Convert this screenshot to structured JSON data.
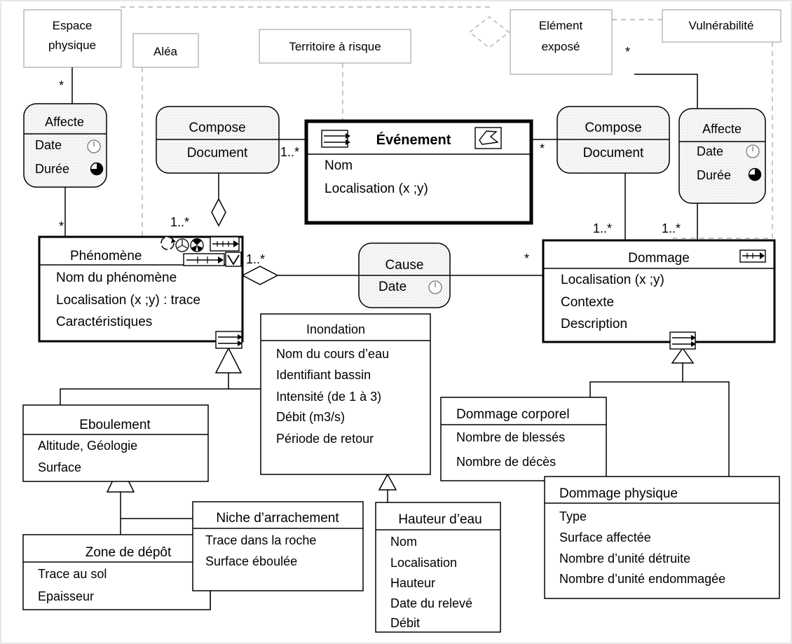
{
  "ghost_labels": {
    "espace_physique": [
      "Espace",
      "physique"
    ],
    "alea": "Aléa",
    "territoire": "Territoire à risque",
    "element_expose": [
      "Elément",
      "exposé"
    ],
    "vulnerabilite": "Vulnérabilité"
  },
  "associations": {
    "affecte_left": {
      "title": "Affecte",
      "attrs": [
        "Date",
        "Durée"
      ]
    },
    "compose_left": {
      "title": "Compose",
      "attr": "Document"
    },
    "compose_right": {
      "title": "Compose",
      "attr": "Document"
    },
    "affecte_right": {
      "title": "Affecte",
      "attrs": [
        "Date",
        "Durée"
      ]
    },
    "cause": {
      "title": "Cause",
      "attr": "Date"
    }
  },
  "classes": {
    "evenement": {
      "title": "Événement",
      "attrs": [
        "Nom",
        "Localisation (x ;y)"
      ]
    },
    "phenomene": {
      "title": "Phénomène",
      "attrs": [
        "Nom du phénomène",
        "Localisation (x ;y) : trace",
        "Caractéristiques"
      ]
    },
    "dommage": {
      "title": "Dommage",
      "attrs": [
        "Localisation (x ;y)",
        "Contexte",
        "Description"
      ]
    },
    "inondation": {
      "title": "Inondation",
      "attrs": [
        "Nom du cours d’eau",
        "Identifiant bassin",
        "Intensité (de 1 à 3)",
        "Débit (m3/s)",
        "Période de retour"
      ]
    },
    "eboulement": {
      "title": "Eboulement",
      "attrs": [
        "Altitude, Géologie",
        "Surface"
      ]
    },
    "niche": {
      "title": "Niche d’arrachement",
      "attrs": [
        "Trace dans la roche",
        "Surface éboulée"
      ]
    },
    "zone_depot": {
      "title": "Zone de dépôt",
      "attrs": [
        "Trace au sol",
        "Epaisseur"
      ]
    },
    "hauteur_eau": {
      "title": "Hauteur d’eau",
      "attrs": [
        "Nom",
        "Localisation",
        "Hauteur",
        "Date du relevé",
        "Débit"
      ]
    },
    "dommage_corporel": {
      "title": "Dommage corporel",
      "attrs": [
        "Nombre de blessés",
        "Nombre de décès"
      ]
    },
    "dommage_physique": {
      "title": "Dommage physique",
      "attrs": [
        "Type",
        "Surface affectée",
        "Nombre d’unité détruite",
        "Nombre d’unité endommagée"
      ]
    }
  },
  "multiplicities": {
    "espace_star": "*",
    "phenomene_star_left": "*",
    "compose_left_phen": "1..*",
    "compose_left_evt": "1..*",
    "compose_right_evt": "*",
    "element_star": "*",
    "dommage_compose": "1..*",
    "dommage_affecte": "1..*",
    "cause_phen": "1..*",
    "cause_dom": "*"
  },
  "icons": {
    "temporal": "clock-icon",
    "duration": "half-moon-icon",
    "geometry": "polygon-pictogram-icon",
    "timeline": "time-arrow-icon",
    "cycle": "cycle-icon",
    "process": "process-icon",
    "radiation": "radiation-icon"
  }
}
